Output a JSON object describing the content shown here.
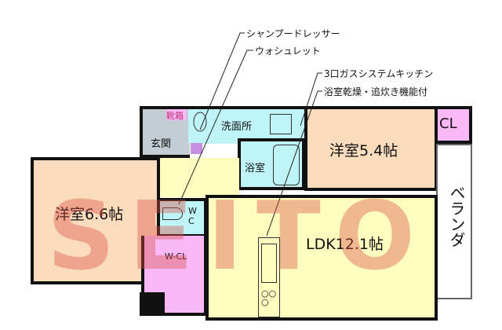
{
  "annotations": [
    "シャンプードレッサー",
    "ウォシュレット",
    "3口ガスシステムキッチン",
    "浴室乾燥・追炊き機能付"
  ],
  "rooms": {
    "shoe_box": "靴箱",
    "entrance": "玄関",
    "washroom": "洗面所",
    "bathroom": "浴室",
    "western_room_1": "洋室5.4帖",
    "closet": "CL",
    "western_room_2": "洋室6.6帖",
    "toilet": "W C",
    "walk_in_closet": "W-CL",
    "ldk": "LDK12.1帖",
    "balcony": "ベランダ"
  },
  "watermark": "SEITO",
  "colors": {
    "western": "#fbdcbc",
    "wet": "#bff4f8",
    "closet": "#f9b9f7",
    "hall": "#fdfdc0",
    "entrance": "#c4ccd4",
    "wall": "#111111"
  }
}
